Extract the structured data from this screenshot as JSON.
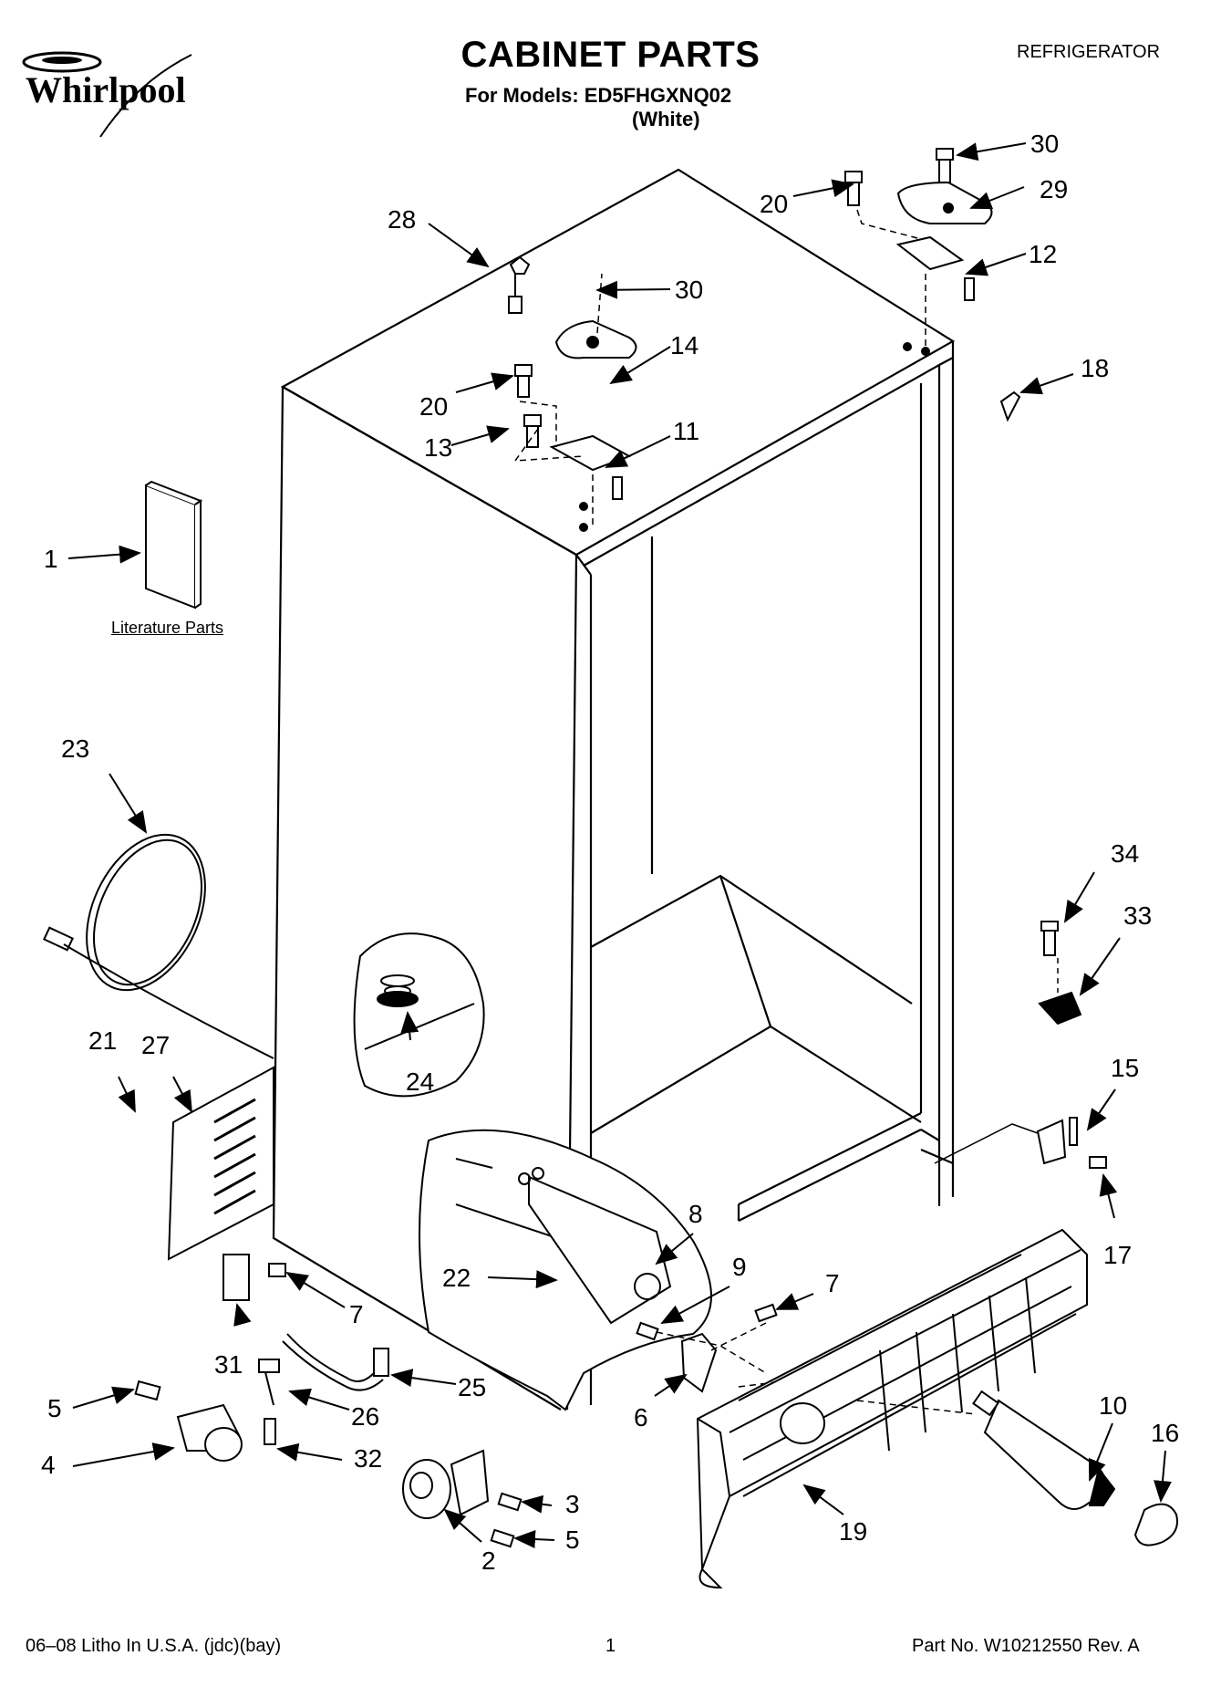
{
  "header": {
    "brand": "Whirlpool",
    "title": "CABINET PARTS",
    "subtitle": "For Models: ED5FHGXNQ02",
    "color": "(White)",
    "category": "REFRIGERATOR"
  },
  "callouts": {
    "n1": "1",
    "n2": "2",
    "n3": "3",
    "n4": "4",
    "n5a": "5",
    "n5b": "5",
    "n6": "6",
    "n7a": "7",
    "n7b": "7",
    "n8": "8",
    "n9": "9",
    "n10": "10",
    "n11": "11",
    "n12": "12",
    "n13": "13",
    "n14": "14",
    "n15": "15",
    "n16": "16",
    "n17": "17",
    "n18": "18",
    "n19": "19",
    "n20a": "20",
    "n20b": "20",
    "n21": "21",
    "n22": "22",
    "n23": "23",
    "n24": "24",
    "n25": "25",
    "n26": "26",
    "n27": "27",
    "n28": "28",
    "n29": "29",
    "n30a": "30",
    "n30b": "30",
    "n31": "31",
    "n32": "32",
    "n33": "33",
    "n34": "34"
  },
  "literature_label": "Literature Parts",
  "footer": {
    "left": "06–08 Litho In U.S.A. (jdc)(bay)",
    "page": "1",
    "right": "Part No. W10212550 Rev. A"
  }
}
